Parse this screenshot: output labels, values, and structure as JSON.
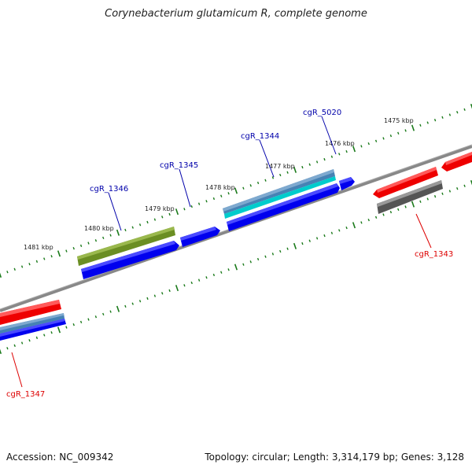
{
  "title": "Corynebacterium glutamicum R, complete genome",
  "footer": {
    "accession": "Accession: NC_009342",
    "stats": "Topology: circular; Length: 3,314,179 bp; Genes: 3,128"
  },
  "colors": {
    "backbone": "#888888",
    "tick": "#1a7a1a",
    "forward_label": "#0000aa",
    "reverse_label": "#dd0000",
    "red_gene": "#ee0000",
    "blue_gene": "#0000ee",
    "olive_gene": "#6b8e23",
    "steelblue_gene": "#4682b4",
    "cyan_gene": "#00cccc",
    "gray_gene": "#555555"
  },
  "kbp_labels": [
    "1475 kbp",
    "1476 kbp",
    "1477 kbp",
    "1478 kbp",
    "1479 kbp",
    "1480 kbp",
    "1481 kbp"
  ],
  "gene_labels": [
    {
      "id": "cgR_5020",
      "strand": "forward"
    },
    {
      "id": "cgR_1344",
      "strand": "forward"
    },
    {
      "id": "cgR_1345",
      "strand": "forward"
    },
    {
      "id": "cgR_1346",
      "strand": "forward"
    },
    {
      "id": "cgR_1343",
      "strand": "reverse"
    },
    {
      "id": "cgR_1347",
      "strand": "reverse"
    }
  ]
}
